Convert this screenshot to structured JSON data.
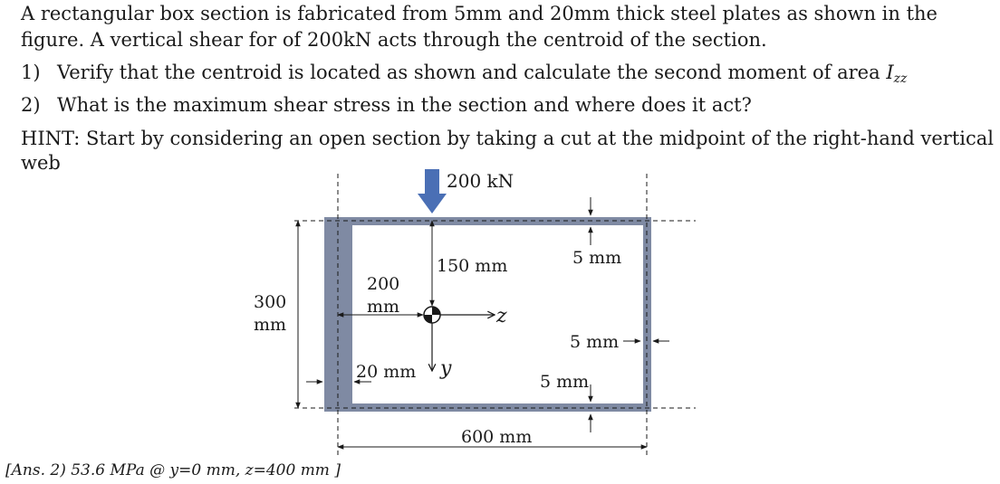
{
  "problem": {
    "intro_line1": "A rectangular box section is fabricated from 5mm and 20mm thick steel plates as shown in the",
    "intro_line2": "figure. A vertical shear for of 200kN acts through the centroid of the section.",
    "items": [
      {
        "number": "1)",
        "text": "Verify that the centroid is located as shown and calculate the second moment of area ",
        "symbol": "I",
        "subscript": "zz"
      },
      {
        "number": "2)",
        "text": "What is the maximum shear stress in the section and where does it act?"
      }
    ],
    "hint_line1": "HINT: Start by considering an open section by taking a cut at the midpoint of the right-hand vertical",
    "hint_line2": "web"
  },
  "figure": {
    "force_label": "200 kN",
    "dim_150": "150 mm",
    "dim_200_a": "200",
    "dim_200_b": "mm",
    "dim_300_a": "300",
    "dim_300_b": "mm",
    "dim_20": "20 mm",
    "dim_5_top": "5 mm",
    "dim_5_right": "5 mm",
    "dim_5_bottom": "5 mm",
    "dim_600": "600 mm",
    "axis_z": "z",
    "axis_y": "y",
    "plate_color": "#7f8aa3",
    "arrow_color": "#4a6fb5"
  },
  "answer": "[Ans. 2) 53.6 MPa @ y=0 mm, z=400 mm ]"
}
